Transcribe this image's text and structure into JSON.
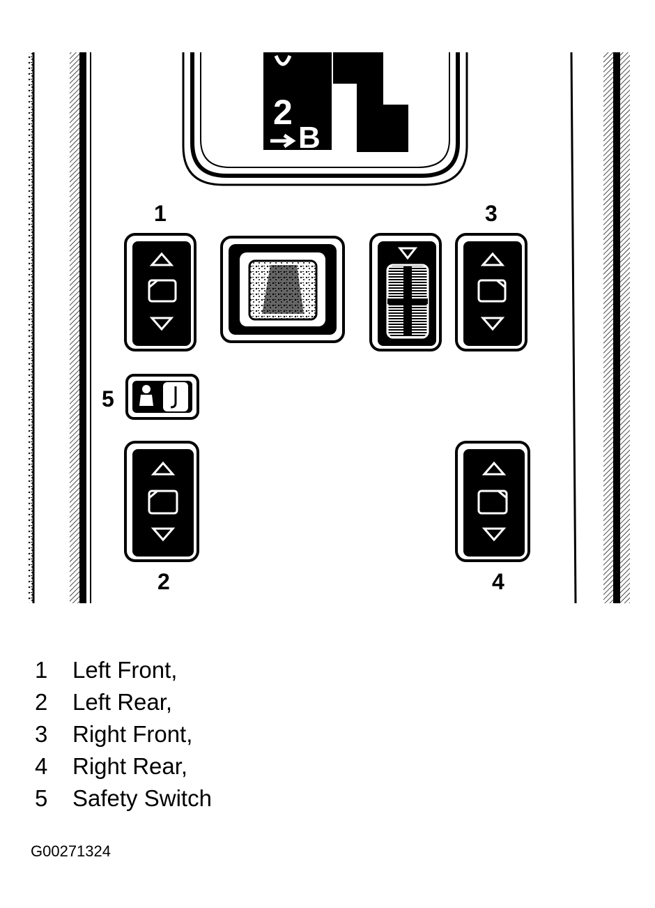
{
  "figure": {
    "shift_indicator": {
      "gear_label": "2",
      "mode_label": "B"
    },
    "callouts": [
      "1",
      "2",
      "3",
      "4",
      "5"
    ],
    "switches": [
      {
        "number": "1",
        "icon": "window-switch-icon"
      },
      {
        "number": "2",
        "icon": "window-switch-icon"
      },
      {
        "number": "3",
        "icon": "window-switch-icon"
      },
      {
        "number": "4",
        "icon": "window-switch-icon"
      },
      {
        "number": "5",
        "icon": "child-lock-icon"
      }
    ]
  },
  "legend": [
    {
      "number": "1",
      "label": "Left Front,"
    },
    {
      "number": "2",
      "label": "Left Rear,"
    },
    {
      "number": "3",
      "label": "Right Front,"
    },
    {
      "number": "4",
      "label": "Right Rear,"
    },
    {
      "number": "5",
      "label": "Safety Switch"
    }
  ],
  "figure_id": "G00271324"
}
